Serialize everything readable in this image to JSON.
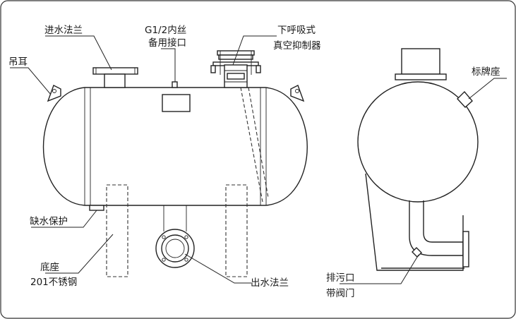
{
  "labels": {
    "inlet_flange": "进水法兰",
    "spare_port_line1": "G1/2内丝",
    "spare_port_line2": "备用接口",
    "vacuum_line1": "下呼吸式",
    "vacuum_line2": "真空抑制器",
    "lifting_lug": "吊耳",
    "nameplate_seat": "标牌座",
    "water_shortage": "缺水保护",
    "base_line1": "底座",
    "base_line2": "201不锈钢",
    "outlet_flange": "出水法兰",
    "drain_line1": "排污口",
    "drain_line2": "带阀门"
  }
}
